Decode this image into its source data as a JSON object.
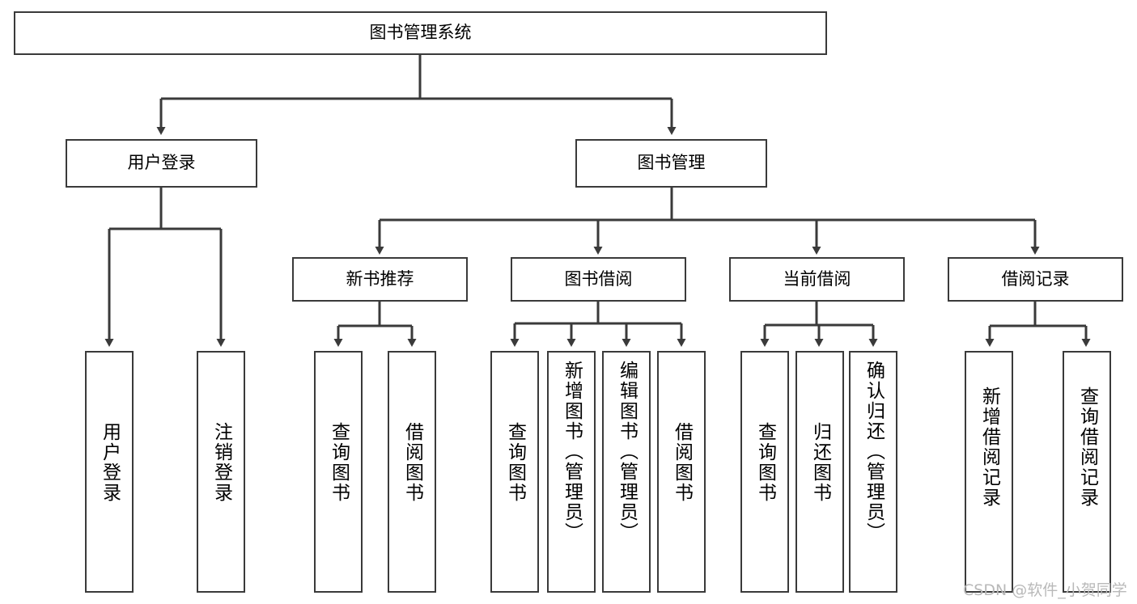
{
  "diagram": {
    "title_text": "图书管理系统",
    "watermark": "CSDN @软件_小贺同学",
    "colors": {
      "box_border": "#3a3a3a",
      "line": "#3a3a3a",
      "background": "#ffffff",
      "watermark": "#b9b9b9"
    },
    "levels": {
      "root": {
        "label": "图书管理系统"
      },
      "level2": [
        {
          "label": "用户登录"
        },
        {
          "label": "图书管理"
        }
      ],
      "level3": [
        {
          "label": "新书推荐"
        },
        {
          "label": "图书借阅"
        },
        {
          "label": "当前借阅"
        },
        {
          "label": "借阅记录"
        }
      ],
      "leaves": [
        {
          "label": "用户登录",
          "parent": "用户登录"
        },
        {
          "label": "注销登录",
          "parent": "用户登录"
        },
        {
          "label": "查询图书",
          "parent": "新书推荐"
        },
        {
          "label": "借阅图书",
          "parent": "新书推荐"
        },
        {
          "label": "查询图书",
          "parent": "图书借阅"
        },
        {
          "label": "新增图书（管理员）",
          "parent": "图书借阅"
        },
        {
          "label": "编辑图书（管理员）",
          "parent": "图书借阅"
        },
        {
          "label": "借阅图书",
          "parent": "图书借阅"
        },
        {
          "label": "查询图书",
          "parent": "当前借阅"
        },
        {
          "label": "归还图书",
          "parent": "当前借阅"
        },
        {
          "label": "确认归还（管理员）",
          "parent": "当前借阅"
        },
        {
          "label": "新增借阅记录",
          "parent": "借阅记录"
        },
        {
          "label": "查询借阅记录",
          "parent": "借阅记录"
        }
      ]
    }
  }
}
